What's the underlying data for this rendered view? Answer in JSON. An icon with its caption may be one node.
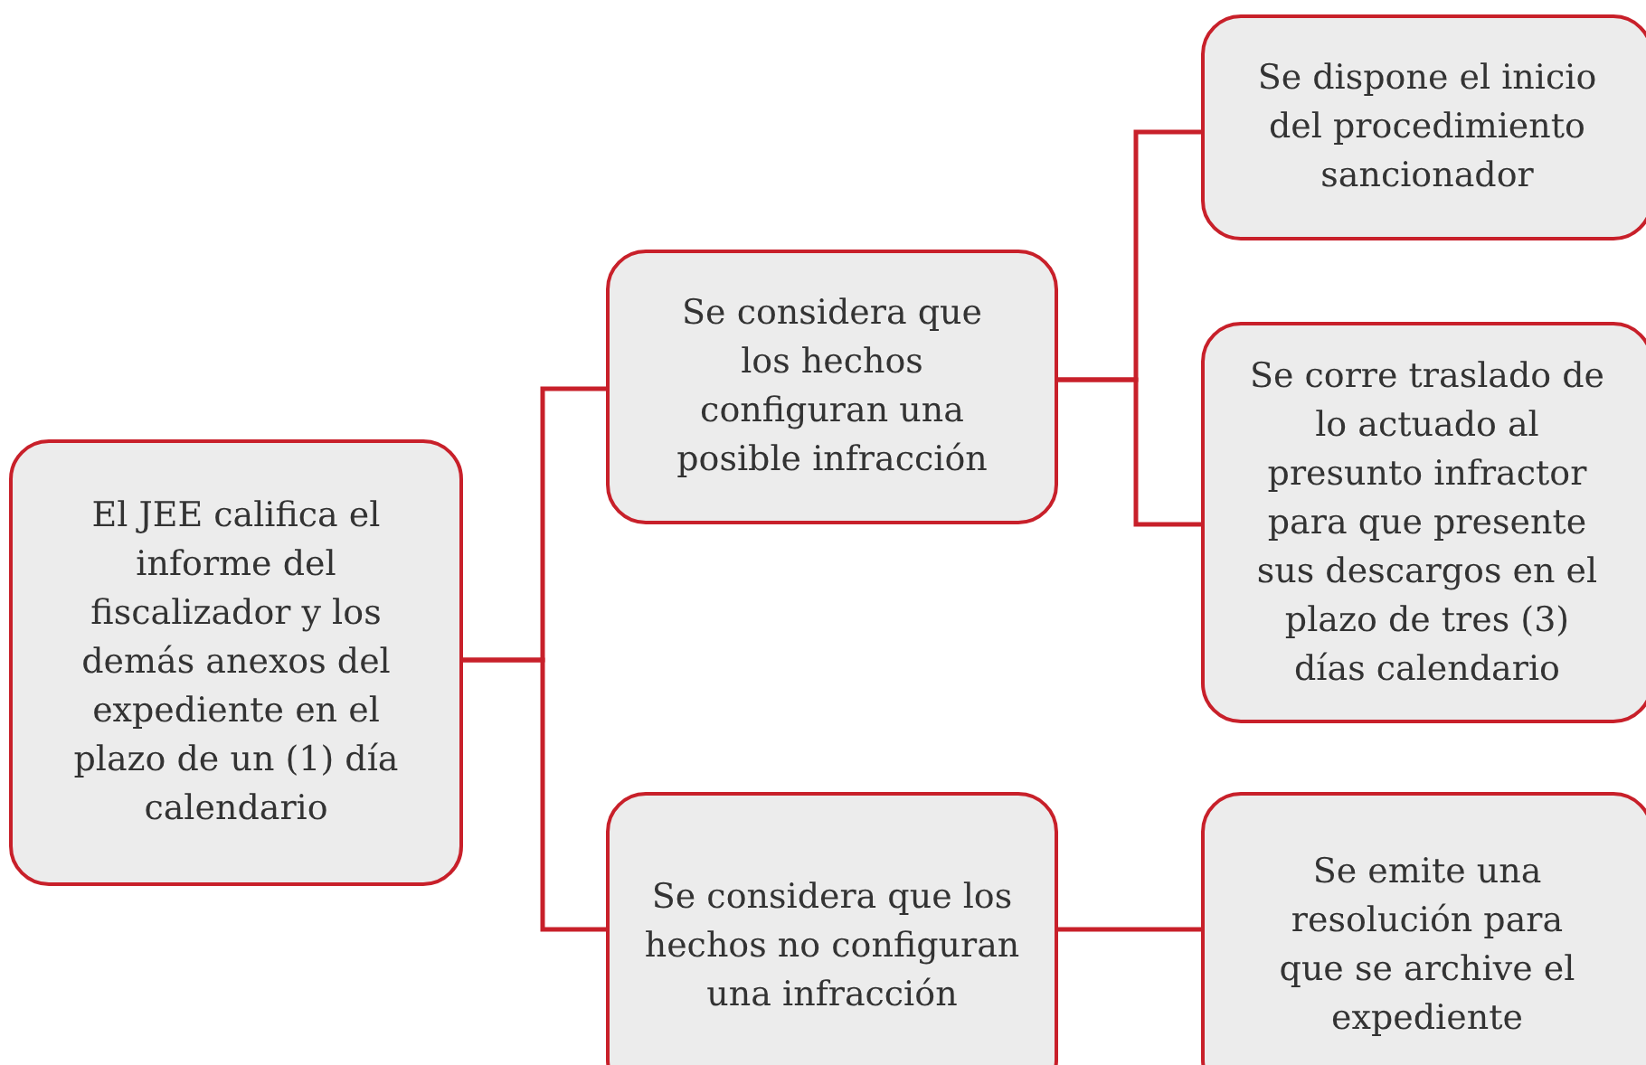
{
  "diagram": {
    "nodes": [
      {
        "text": [
          "El JEE califica el informe del fiscalizador y los demás anexos del expediente en el plazo de un (1) día calendario"
        ]
      },
      {
        "text": [
          "Se considera que los hechos configuran una posible infracción"
        ]
      },
      {
        "text": [
          "Se considera que los hechos no configuran una infracción"
        ]
      },
      {
        "text": [
          "Se dispone el inicio del procedimiento sancionador"
        ]
      },
      {
        "text": [
          "Se corre traslado de lo actuado al presunto infractor para que presente sus descargos en el plazo de tres (3) días calendario"
        ]
      },
      {
        "text": [
          "Se emite una resolución para que se archive el expediente"
        ]
      }
    ],
    "edges": [
      {
        "from": 0,
        "to": 1,
        "arrow": "none"
      },
      {
        "from": 0,
        "to": 2,
        "arrow": "none"
      },
      {
        "from": 1,
        "to": 3,
        "arrow": "none"
      },
      {
        "from": 1,
        "to": 4,
        "arrow": "none"
      },
      {
        "from": 2,
        "to": 5,
        "arrow": "none"
      }
    ]
  }
}
